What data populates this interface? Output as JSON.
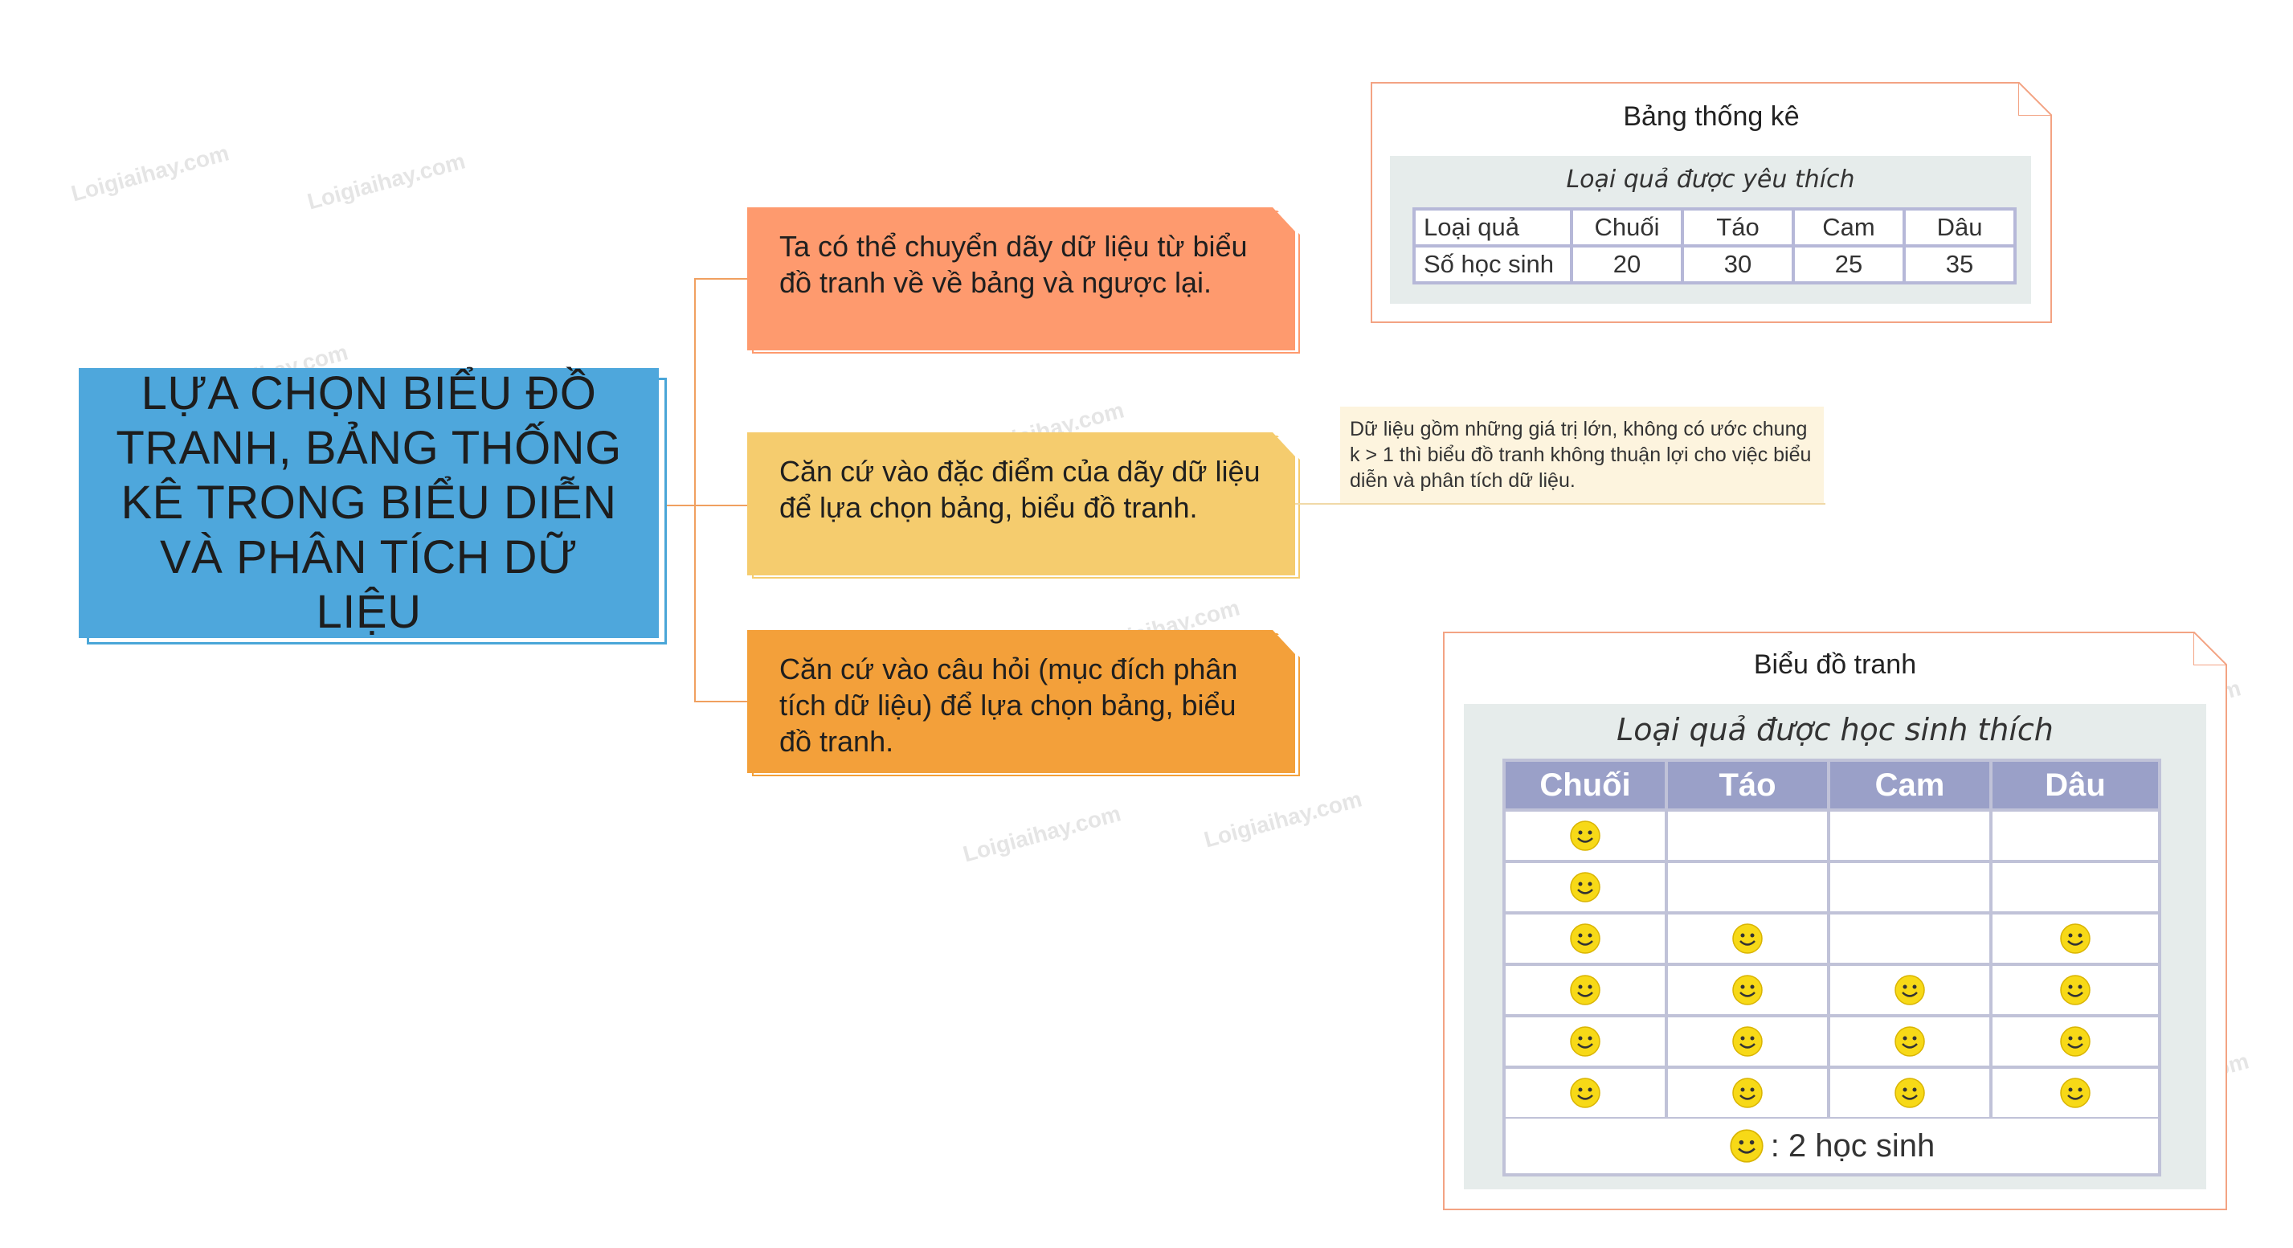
{
  "central": {
    "title": "LỰA CHỌN BIỂU ĐỒ TRANH, BẢNG THỐNG KÊ TRONG BIỂU DIỄN VÀ PHÂN TÍCH DỮ LIỆU",
    "color": "#4ea7dc"
  },
  "branches": [
    {
      "text": "Ta có thể chuyển dãy dữ liệu từ biểu đồ tranh về về bảng và ngược lại.",
      "color": "#fe9a6e"
    },
    {
      "text": "Căn cứ vào đặc điểm của dãy dữ liệu để lựa chọn bảng, biểu đồ tranh.",
      "color": "#f5cc6e"
    },
    {
      "text": "Căn cứ vào câu hỏi (mục đích phân tích dữ liệu) để lựa chọn bảng, biểu đồ tranh.",
      "color": "#f3a03a"
    }
  ],
  "note": {
    "text": "Dữ liệu gồm những giá trị lớn, không có ước chung k > 1 thì biểu đồ tranh không thuận lợi cho việc biểu diễn và phân tích dữ liệu."
  },
  "stats_card": {
    "title": "Bảng thống kê",
    "caption": "Loại quả được yêu thích",
    "row1_label": "Loại quả",
    "row2_label": "Số học sinh",
    "fruits": [
      "Chuối",
      "Táo",
      "Cam",
      "Dâu"
    ],
    "counts": [
      "20",
      "30",
      "25",
      "35"
    ]
  },
  "chart_data": {
    "type": "table",
    "title": "Biểu đồ tranh",
    "caption": "Loại quả được học sinh thích",
    "categories": [
      "Chuối",
      "Táo",
      "Cam",
      "Dâu"
    ],
    "icons_per_category": [
      6,
      4,
      3,
      4
    ],
    "rows": 6,
    "legend": ": 2 học sinh",
    "icon": "smiley-icon",
    "colors": {
      "header": "#9aa0c8",
      "icon": "#f7d917"
    }
  },
  "watermark": "Loigiaihay.com"
}
